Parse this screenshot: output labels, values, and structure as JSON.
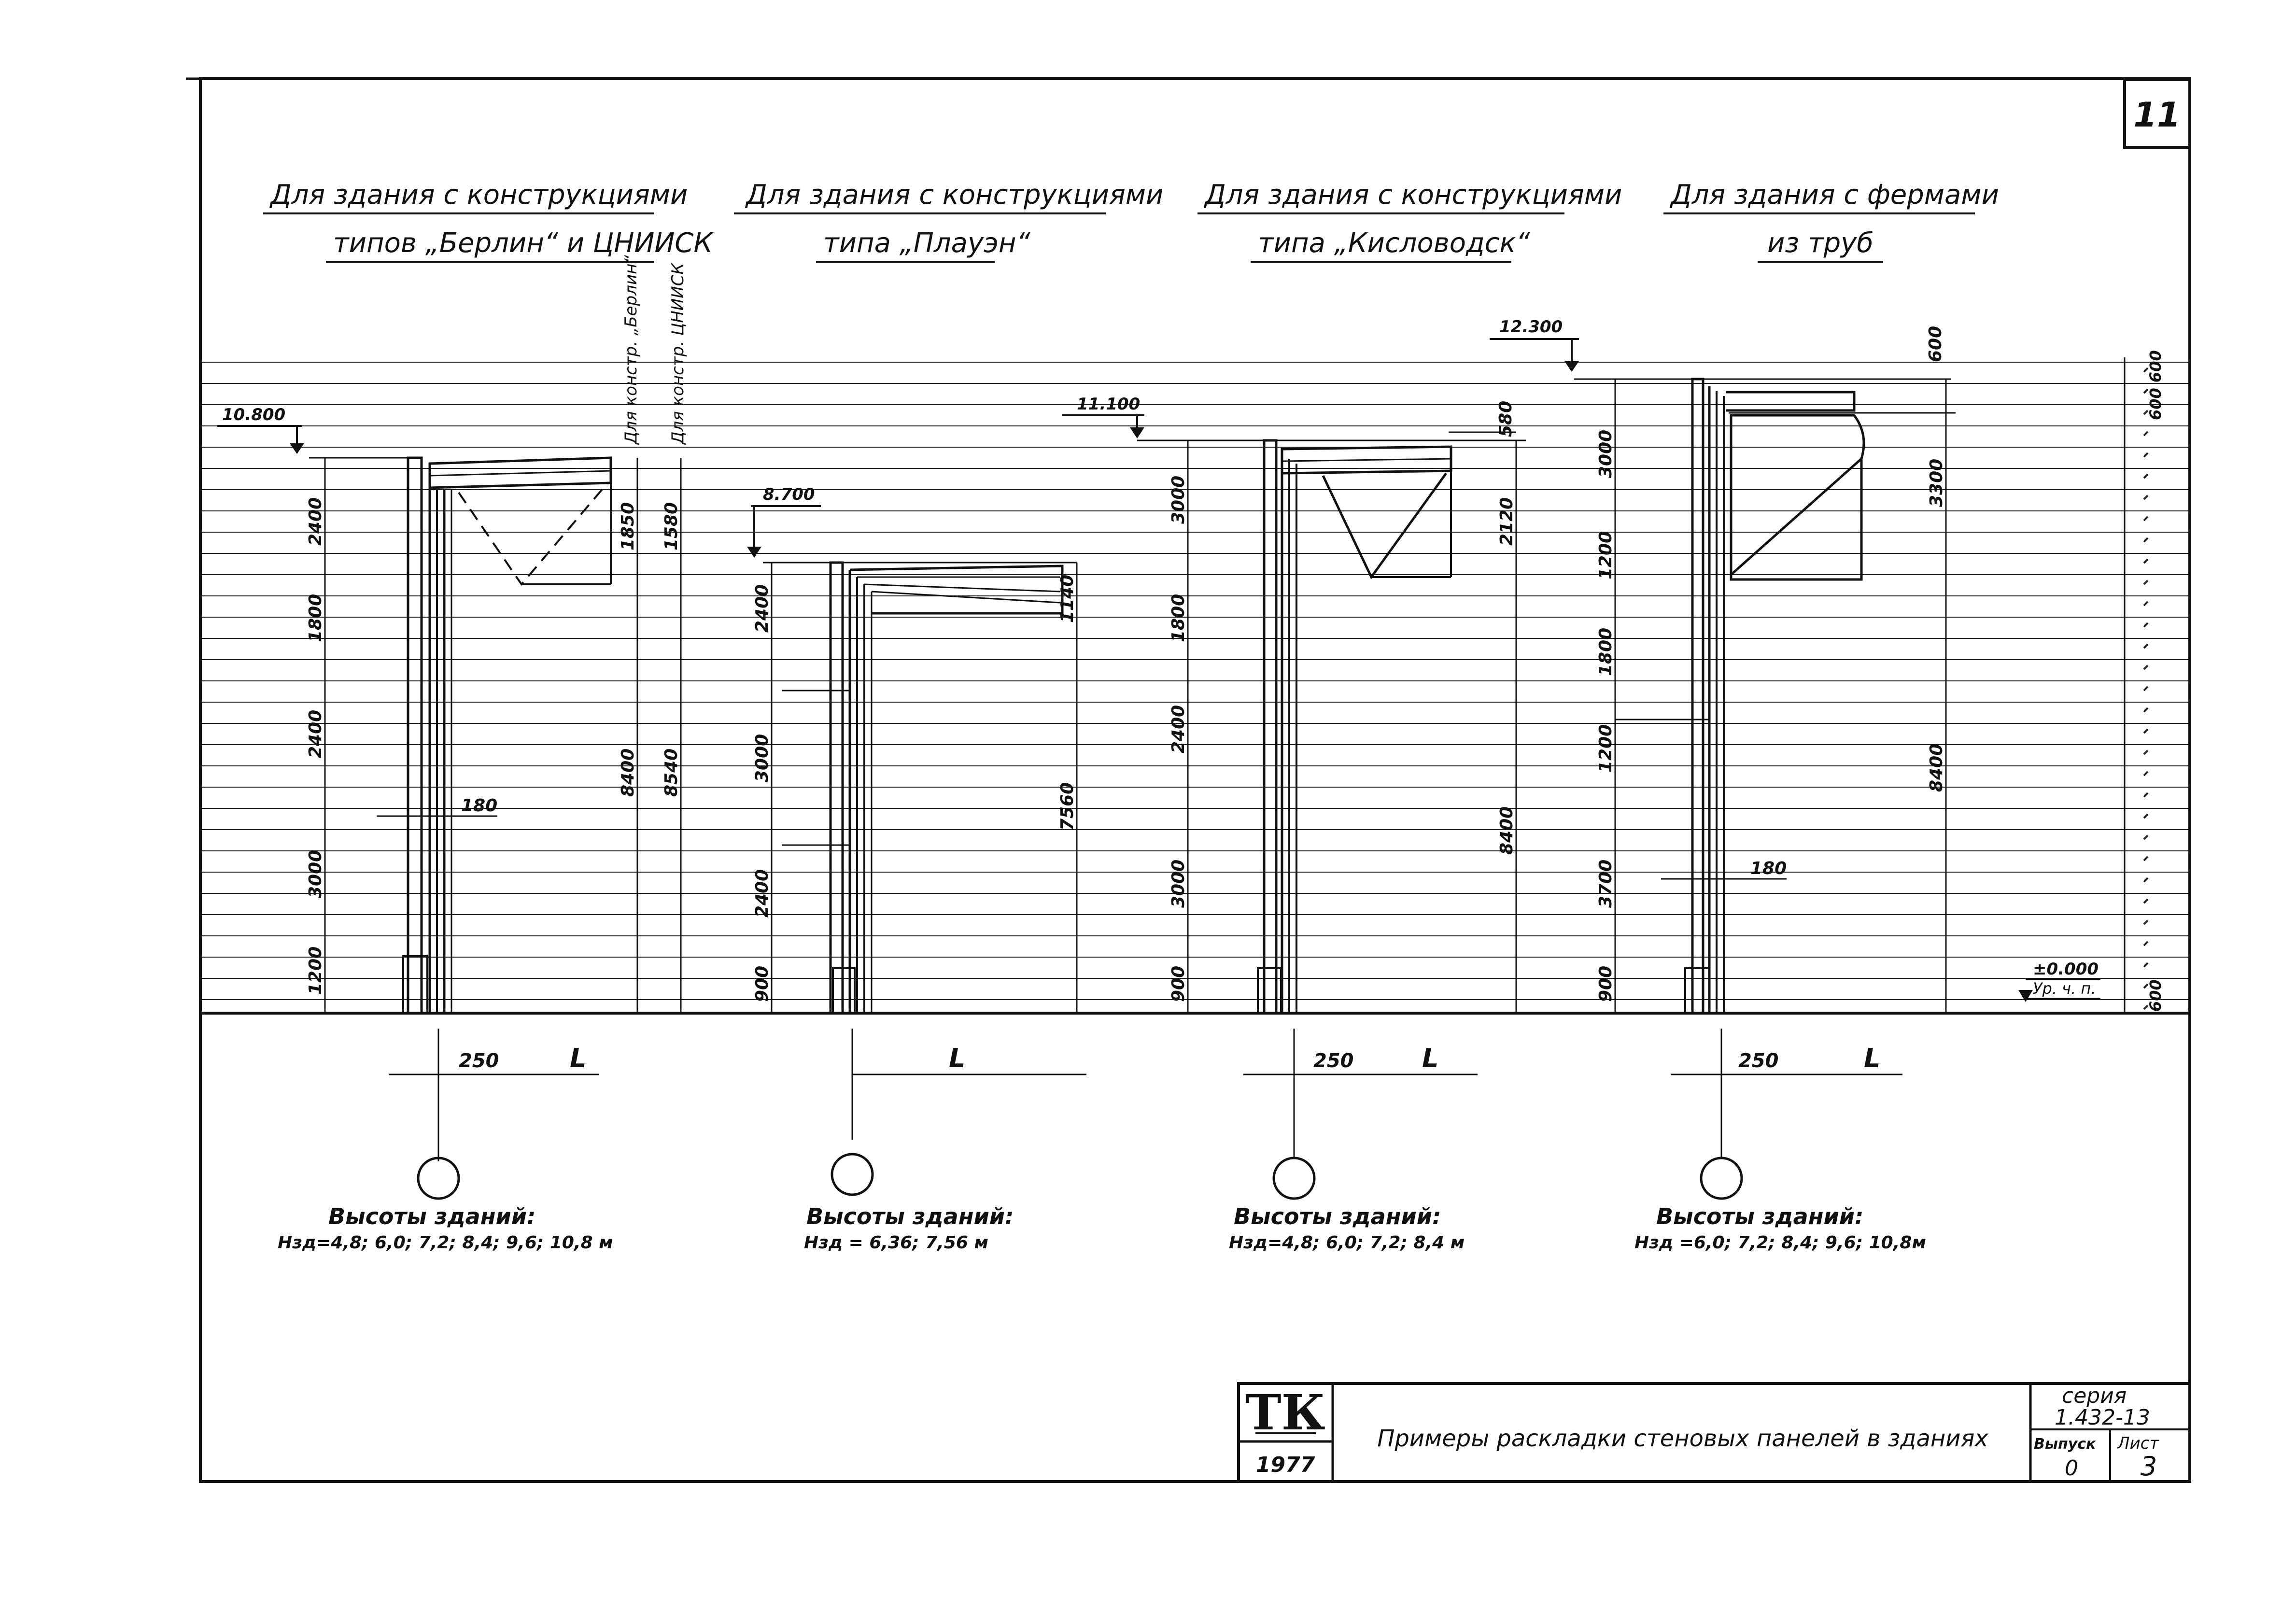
{
  "sheet": {
    "sheet_number": "11",
    "stamp": {
      "org": "ТК",
      "year": "1977",
      "title": "Примеры раскладки стеновых панелей в зданиях",
      "series_label": "серия",
      "series": "1.432-13",
      "issue_label": "Выпуск",
      "issue": "0",
      "sheet_label": "Лист",
      "sheet": "3"
    }
  },
  "panel_a": {
    "title_line1": "Для здания с конструкциями",
    "title_line2": "типов „Берлин“ и ЦНИИСК",
    "top_mark": "10.800",
    "dims_left": [
      "2400",
      "1800",
      "2400",
      "3000",
      "1200"
    ],
    "truss_dim_1": "1850",
    "truss_dim_2": "1580",
    "total_dim_1": "8400",
    "total_dim_2": "8540",
    "note_1": "Для констр. „Берлин“",
    "note_2": "Для констр. ЦНИИСК",
    "offset": "180",
    "axis_offset": "250",
    "span": "L",
    "heights_label": "Высоты зданий:",
    "heights": "Нзд=4,8; 6,0; 7,2; 8,4; 9,6; 10,8 м"
  },
  "panel_b": {
    "title_line1": "Для здания с конструкциями",
    "title_line2": "типа „Плауэн“",
    "top_mark": "8.700",
    "dims_left": [
      "2400",
      "3000",
      "2400",
      "900"
    ],
    "truss_dim": "1140",
    "total_dim": "7560",
    "span": "L",
    "heights_label": "Высоты зданий:",
    "heights": "Нзд = 6,36; 7,56 м"
  },
  "panel_c": {
    "title_line1": "Для здания с конструкциями",
    "title_line2": "типа „Кисловодск“",
    "top_mark": "11.100",
    "dims_left": [
      "3000",
      "1800",
      "2400",
      "3000",
      "900"
    ],
    "top_dim": "580",
    "truss_dim": "2120",
    "total_dim": "8400",
    "axis_offset": "250",
    "span": "L",
    "heights_label": "Высоты зданий:",
    "heights": "Нзд=4,8; 6,0; 7,2; 8,4 м"
  },
  "panel_d": {
    "title_line1": "Для здания с фермами",
    "title_line2": "из труб",
    "top_mark": "12.300",
    "dims_left": [
      "3000",
      "1200",
      "1800",
      "1200",
      "3700",
      "900"
    ],
    "top_dim": "600",
    "truss_dim": "3300",
    "total_dim": "8400",
    "offset": "180",
    "axis_offset": "250",
    "span": "L",
    "heights_label": "Высоты зданий:",
    "heights": "Нзд =6,0; 7,2; 8,4; 9,6; 10,8м"
  },
  "grid": {
    "zero_mark": "±0.000",
    "zero_label": "Ур. ч. п.",
    "right_top": "600 600",
    "right_bottom": "600"
  }
}
